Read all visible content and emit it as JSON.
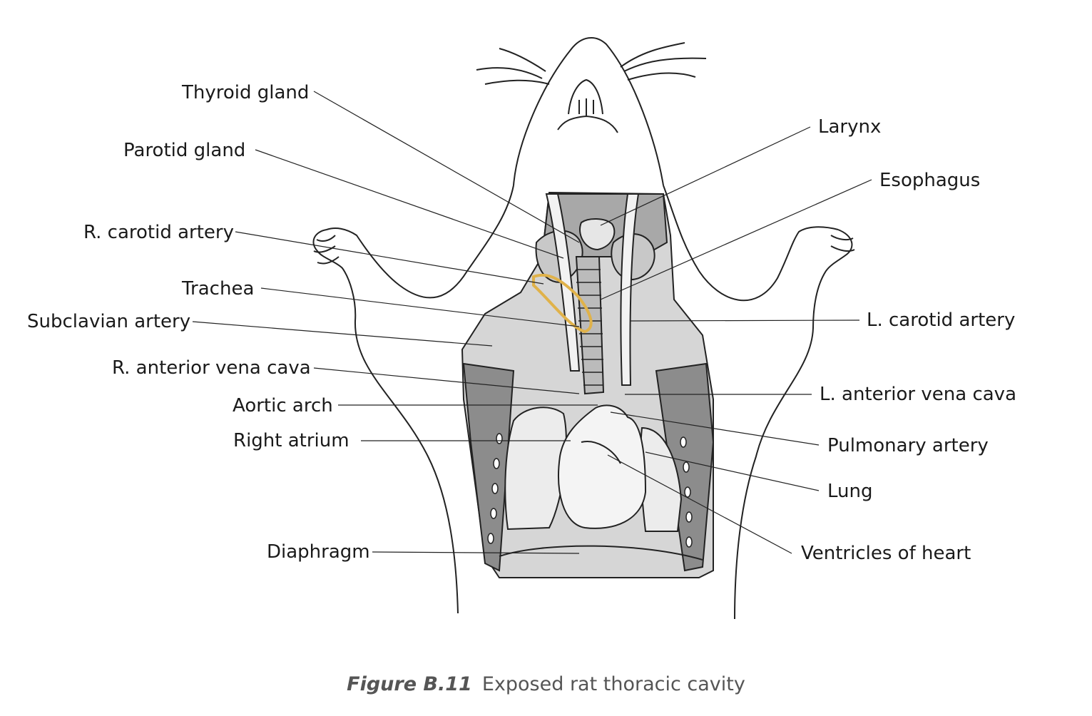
{
  "labels_left": [
    "Thyroid gland",
    "Parotid gland",
    "R. carotid artery",
    "Trachea",
    "Subclavian artery",
    "R. anterior vena cava",
    "Aortic arch",
    "Right atrium",
    "Diaphragm"
  ],
  "labels_right": [
    "Larynx",
    "Esophagus",
    "L. carotid artery",
    "L. anterior vena cava",
    "Pulmonary artery",
    "Lung",
    "Ventricles of heart"
  ],
  "caption": {
    "number": "Figure B.11",
    "text": "Exposed rat thoracic cavity"
  },
  "colors": {
    "line": "#222222",
    "tissue_dark": "#8c8c8c",
    "tissue_mid": "#a8a8a8",
    "tissue_light": "#d6d6d6",
    "organ_light": "#ececec",
    "highlight": "#e0b24a"
  }
}
